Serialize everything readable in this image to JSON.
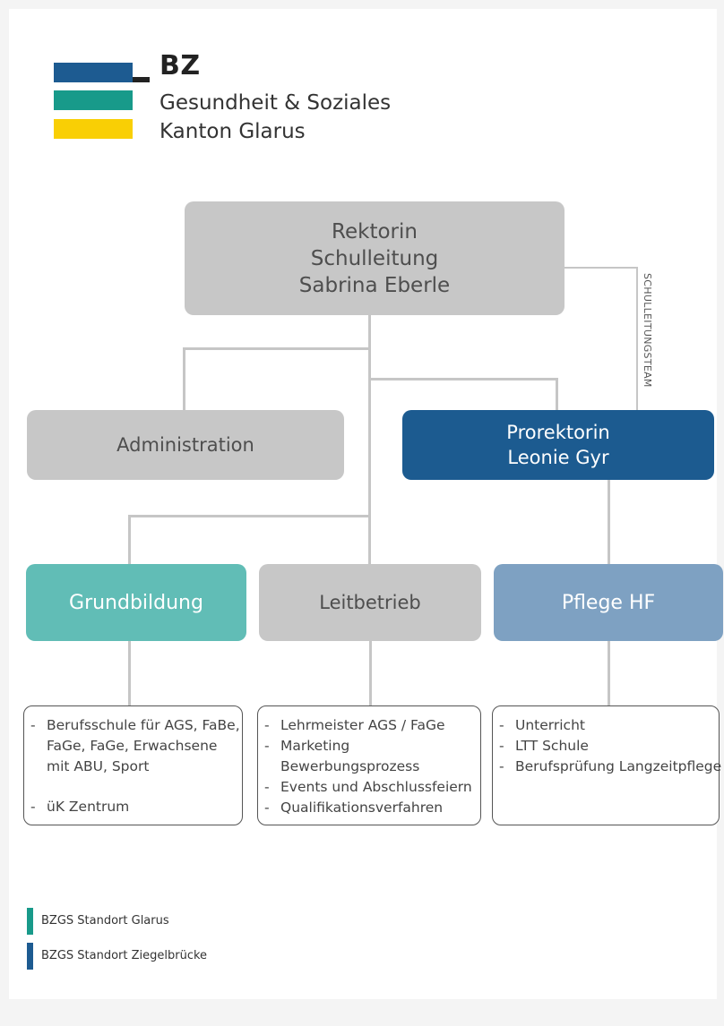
{
  "colors": {
    "logo_bar_1": "#1d5b91",
    "logo_bar_2": "#189a8a",
    "logo_bar_3": "#f9cf05",
    "box_grey": "#c7c7c7",
    "prorektorin": "#1c5b90",
    "grundbildung": "#61bdb6",
    "pflege_hf": "#7ea1c2",
    "legend_glarus": "#189a8a",
    "legend_ziegelbruecke": "#1d5b91"
  },
  "logo": {
    "abbr": "BZ",
    "line1": "Gesundheit & Soziales",
    "line2": "Kanton Glarus"
  },
  "org": {
    "rektorin": "Rektorin\nSchulleitung\nSabrina Eberle",
    "schulleitungsteam": "SCHULLEITUNGSTEAM",
    "administration": "Administration",
    "prorektorin": "Prorektorin\nLeonie Gyr",
    "grundbildung": "Grundbildung",
    "leitbetrieb": "Leitbetrieb",
    "pflege_hf": "Pflege HF"
  },
  "lists": {
    "grundbildung": [
      "Berufsschule für AGS, FaBe,",
      "FaGe, FaGe, Erwachsene",
      "mit ABU, Sport",
      "üK Zentrum"
    ],
    "leitbetrieb": [
      "Lehrmeister AGS / FaGe",
      "Marketing",
      "Bewerbungsprozess",
      "Events und Abschlussfeiern",
      "Qualifikationsverfahren"
    ],
    "pflege_hf": [
      "Unterricht",
      "LTT Schule",
      "Berufsprüfung Langzeitpflege"
    ]
  },
  "legend": {
    "glarus": "BZGS Standort Glarus",
    "ziegelbruecke": "BZGS Standort Ziegelbrücke"
  }
}
